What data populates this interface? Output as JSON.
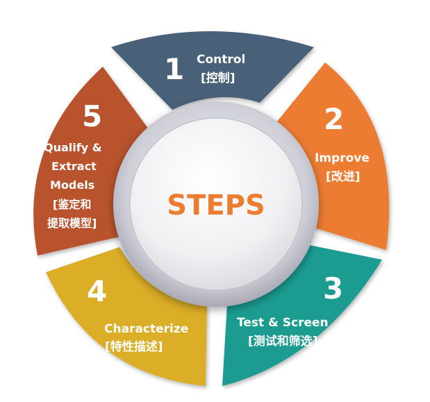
{
  "center": {
    "label": "STEPS",
    "label_color": "#ec7c30"
  },
  "segments": [
    {
      "number": "1",
      "title": "Control",
      "subtitle": "[控制]",
      "color": "#4a6079"
    },
    {
      "number": "2",
      "title": "Improve",
      "subtitle": "[改进]",
      "color": "#ec7c30"
    },
    {
      "number": "3",
      "title": "Test & Screen",
      "subtitle": "[测试和筛选]",
      "color": "#1a9c91"
    },
    {
      "number": "4",
      "title": "Characterize",
      "subtitle": "[特性描述]",
      "color": "#dcad26"
    },
    {
      "number": "5",
      "title_lines": [
        "Qualify &",
        "Extract",
        "Models"
      ],
      "subtitle_lines": [
        "[鉴定和",
        "提取模型]"
      ],
      "color": "#b8532f"
    }
  ]
}
